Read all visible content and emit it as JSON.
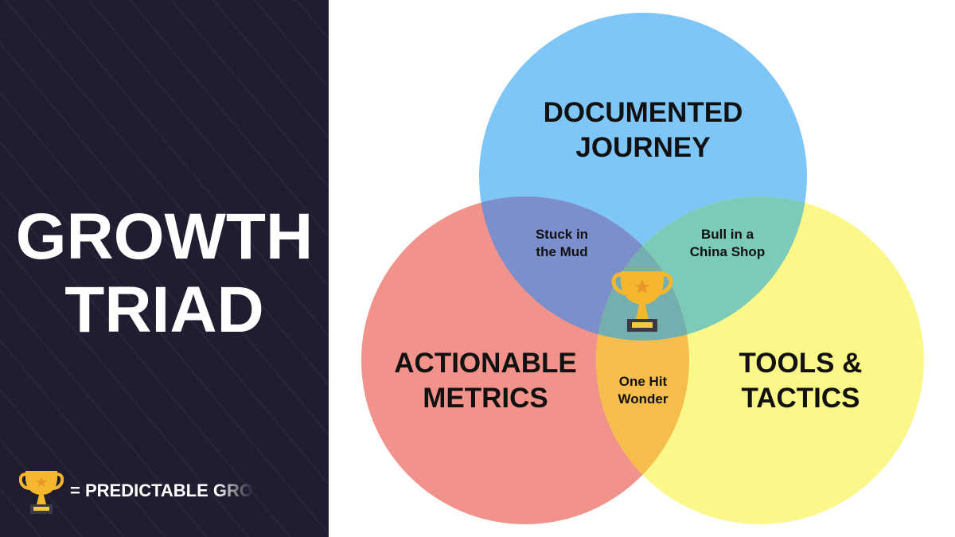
{
  "title_lines": [
    "GROWTH",
    "TRIAD"
  ],
  "legend": {
    "icon": "trophy-icon",
    "text": "= PREDICTABLE GRO"
  },
  "circles": {
    "top": {
      "lines": [
        "DOCUMENTED",
        "JOURNEY"
      ],
      "color": "#7ec6f7"
    },
    "left": {
      "lines": [
        "ACTIONABLE",
        "METRICS"
      ],
      "color": "#f08a80"
    },
    "right": {
      "lines": [
        "TOOLS &",
        "TACTICS"
      ],
      "color": "#fbf67c"
    }
  },
  "overlaps": {
    "top_left": [
      "Stuck in",
      "the Mud"
    ],
    "top_right": [
      "Bull in a",
      "China Shop"
    ],
    "left_right": [
      "One Hit",
      "Wonder"
    ]
  },
  "center_icon": "trophy-icon"
}
